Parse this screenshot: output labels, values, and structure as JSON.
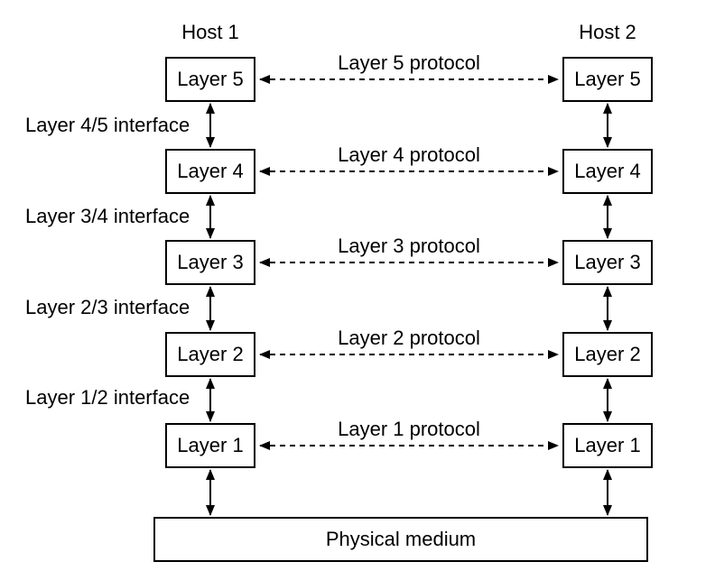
{
  "diagram": {
    "hosts": [
      {
        "title": "Host 1"
      },
      {
        "title": "Host 2"
      }
    ],
    "layers": [
      {
        "name": "Layer 5",
        "protocol_label": "Layer 5 protocol"
      },
      {
        "name": "Layer 4",
        "protocol_label": "Layer 4 protocol"
      },
      {
        "name": "Layer 3",
        "protocol_label": "Layer 3 protocol"
      },
      {
        "name": "Layer 2",
        "protocol_label": "Layer 2 protocol"
      },
      {
        "name": "Layer 1",
        "protocol_label": "Layer 1 protocol"
      }
    ],
    "interfaces": [
      {
        "label": "Layer 4/5 interface"
      },
      {
        "label": "Layer 3/4 interface"
      },
      {
        "label": "Layer 2/3 interface"
      },
      {
        "label": "Layer 1/2 interface"
      }
    ],
    "physical_medium": {
      "label": "Physical medium"
    },
    "colors": {
      "line": "#000000",
      "background": "#ffffff",
      "text": "#000000"
    }
  }
}
